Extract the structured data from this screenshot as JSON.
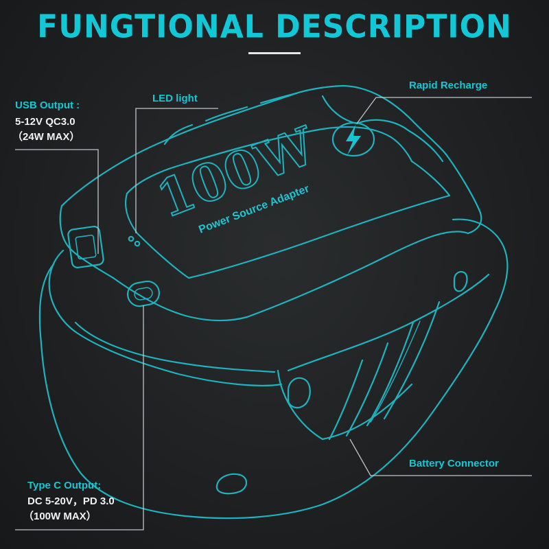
{
  "title": "FUNGTIONAL DESCRIPTION",
  "labels": {
    "usb_output_title": "USB Output :",
    "usb_output_line1": "5-12V  QC3.0",
    "usb_output_line2": "（24W MAX）",
    "led_light": "LED light",
    "rapid_recharge": "Rapid Recharge",
    "battery_connector": "Battery Connector",
    "type_c_title": "Type C Output:",
    "type_c_line1": "DC 5-20V，PD 3.0",
    "type_c_line2": "（100W MAX）"
  },
  "product": {
    "wattage": "100W",
    "name": "Power Source Adapter"
  },
  "colors": {
    "accent": "#18c6d4",
    "outline": "#1fb3c0",
    "background": "#1f2122",
    "text": "#f2f2f2"
  },
  "icons": [
    "lightning-bolt-icon",
    "usb-a-port-icon",
    "usb-c-port-icon",
    "led-indicator-icon"
  ]
}
